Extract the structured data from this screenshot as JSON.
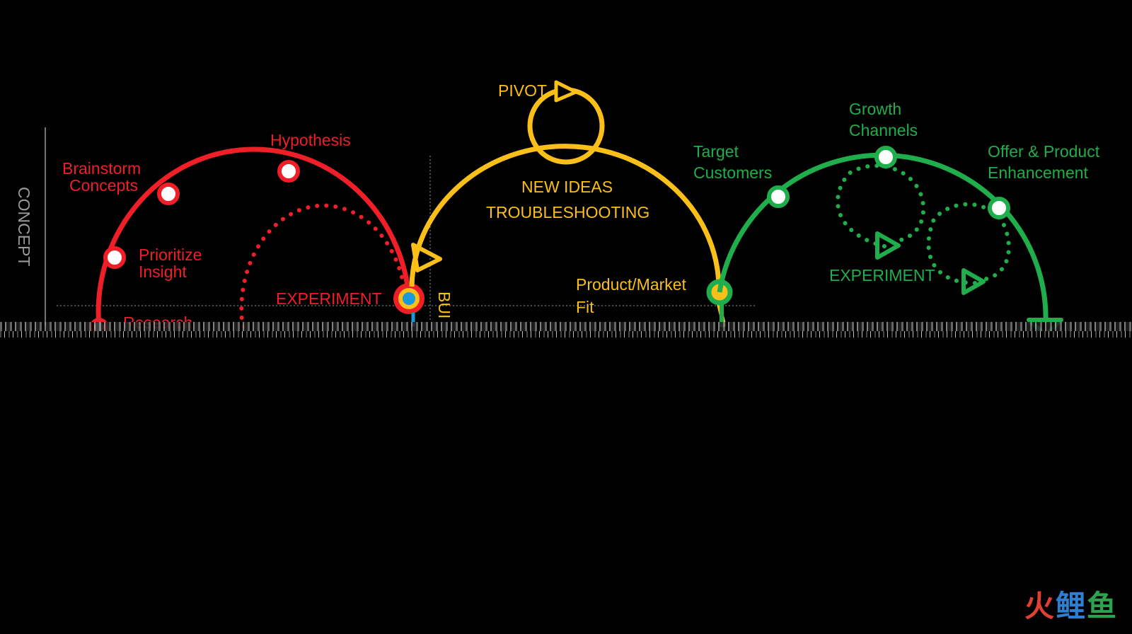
{
  "colors": {
    "red": "#ee1f26",
    "yellow": "#fbbf1a",
    "green": "#1fae4b",
    "blue": "#1a9ad8",
    "axis": "#9a9a9a",
    "background": "#000000"
  },
  "axis": {
    "left_label": "CONCEPT",
    "center_label": "BUI"
  },
  "concept_phase": {
    "nodes": [
      {
        "label_line1": "Brainstorm",
        "label_line2": "Concepts"
      },
      {
        "label_line1": "Hypothesis",
        "label_line2": ""
      },
      {
        "label_line1": "Prioritize",
        "label_line2": "Insight"
      },
      {
        "label_line1": "Research",
        "label_line2": ""
      }
    ],
    "experiment_label": "EXPERIMENT"
  },
  "build_phase": {
    "pivot_label": "PIVOT",
    "new_ideas_label": "NEW IDEAS",
    "troubleshooting_label": "TROUBLESHOOTING",
    "fit_label_line1": "Product/Market",
    "fit_label_line2": "Fit"
  },
  "growth_phase": {
    "nodes": [
      {
        "label_line1": "Target",
        "label_line2": "Customers"
      },
      {
        "label_line1": "Growth",
        "label_line2": "Channels"
      },
      {
        "label_line1": "Offer & Product",
        "label_line2": "Enhancement"
      }
    ],
    "experiment_label": "EXPERIMENT"
  },
  "watermark": {
    "char1": "火",
    "char2": "鲤",
    "char3": "鱼"
  }
}
